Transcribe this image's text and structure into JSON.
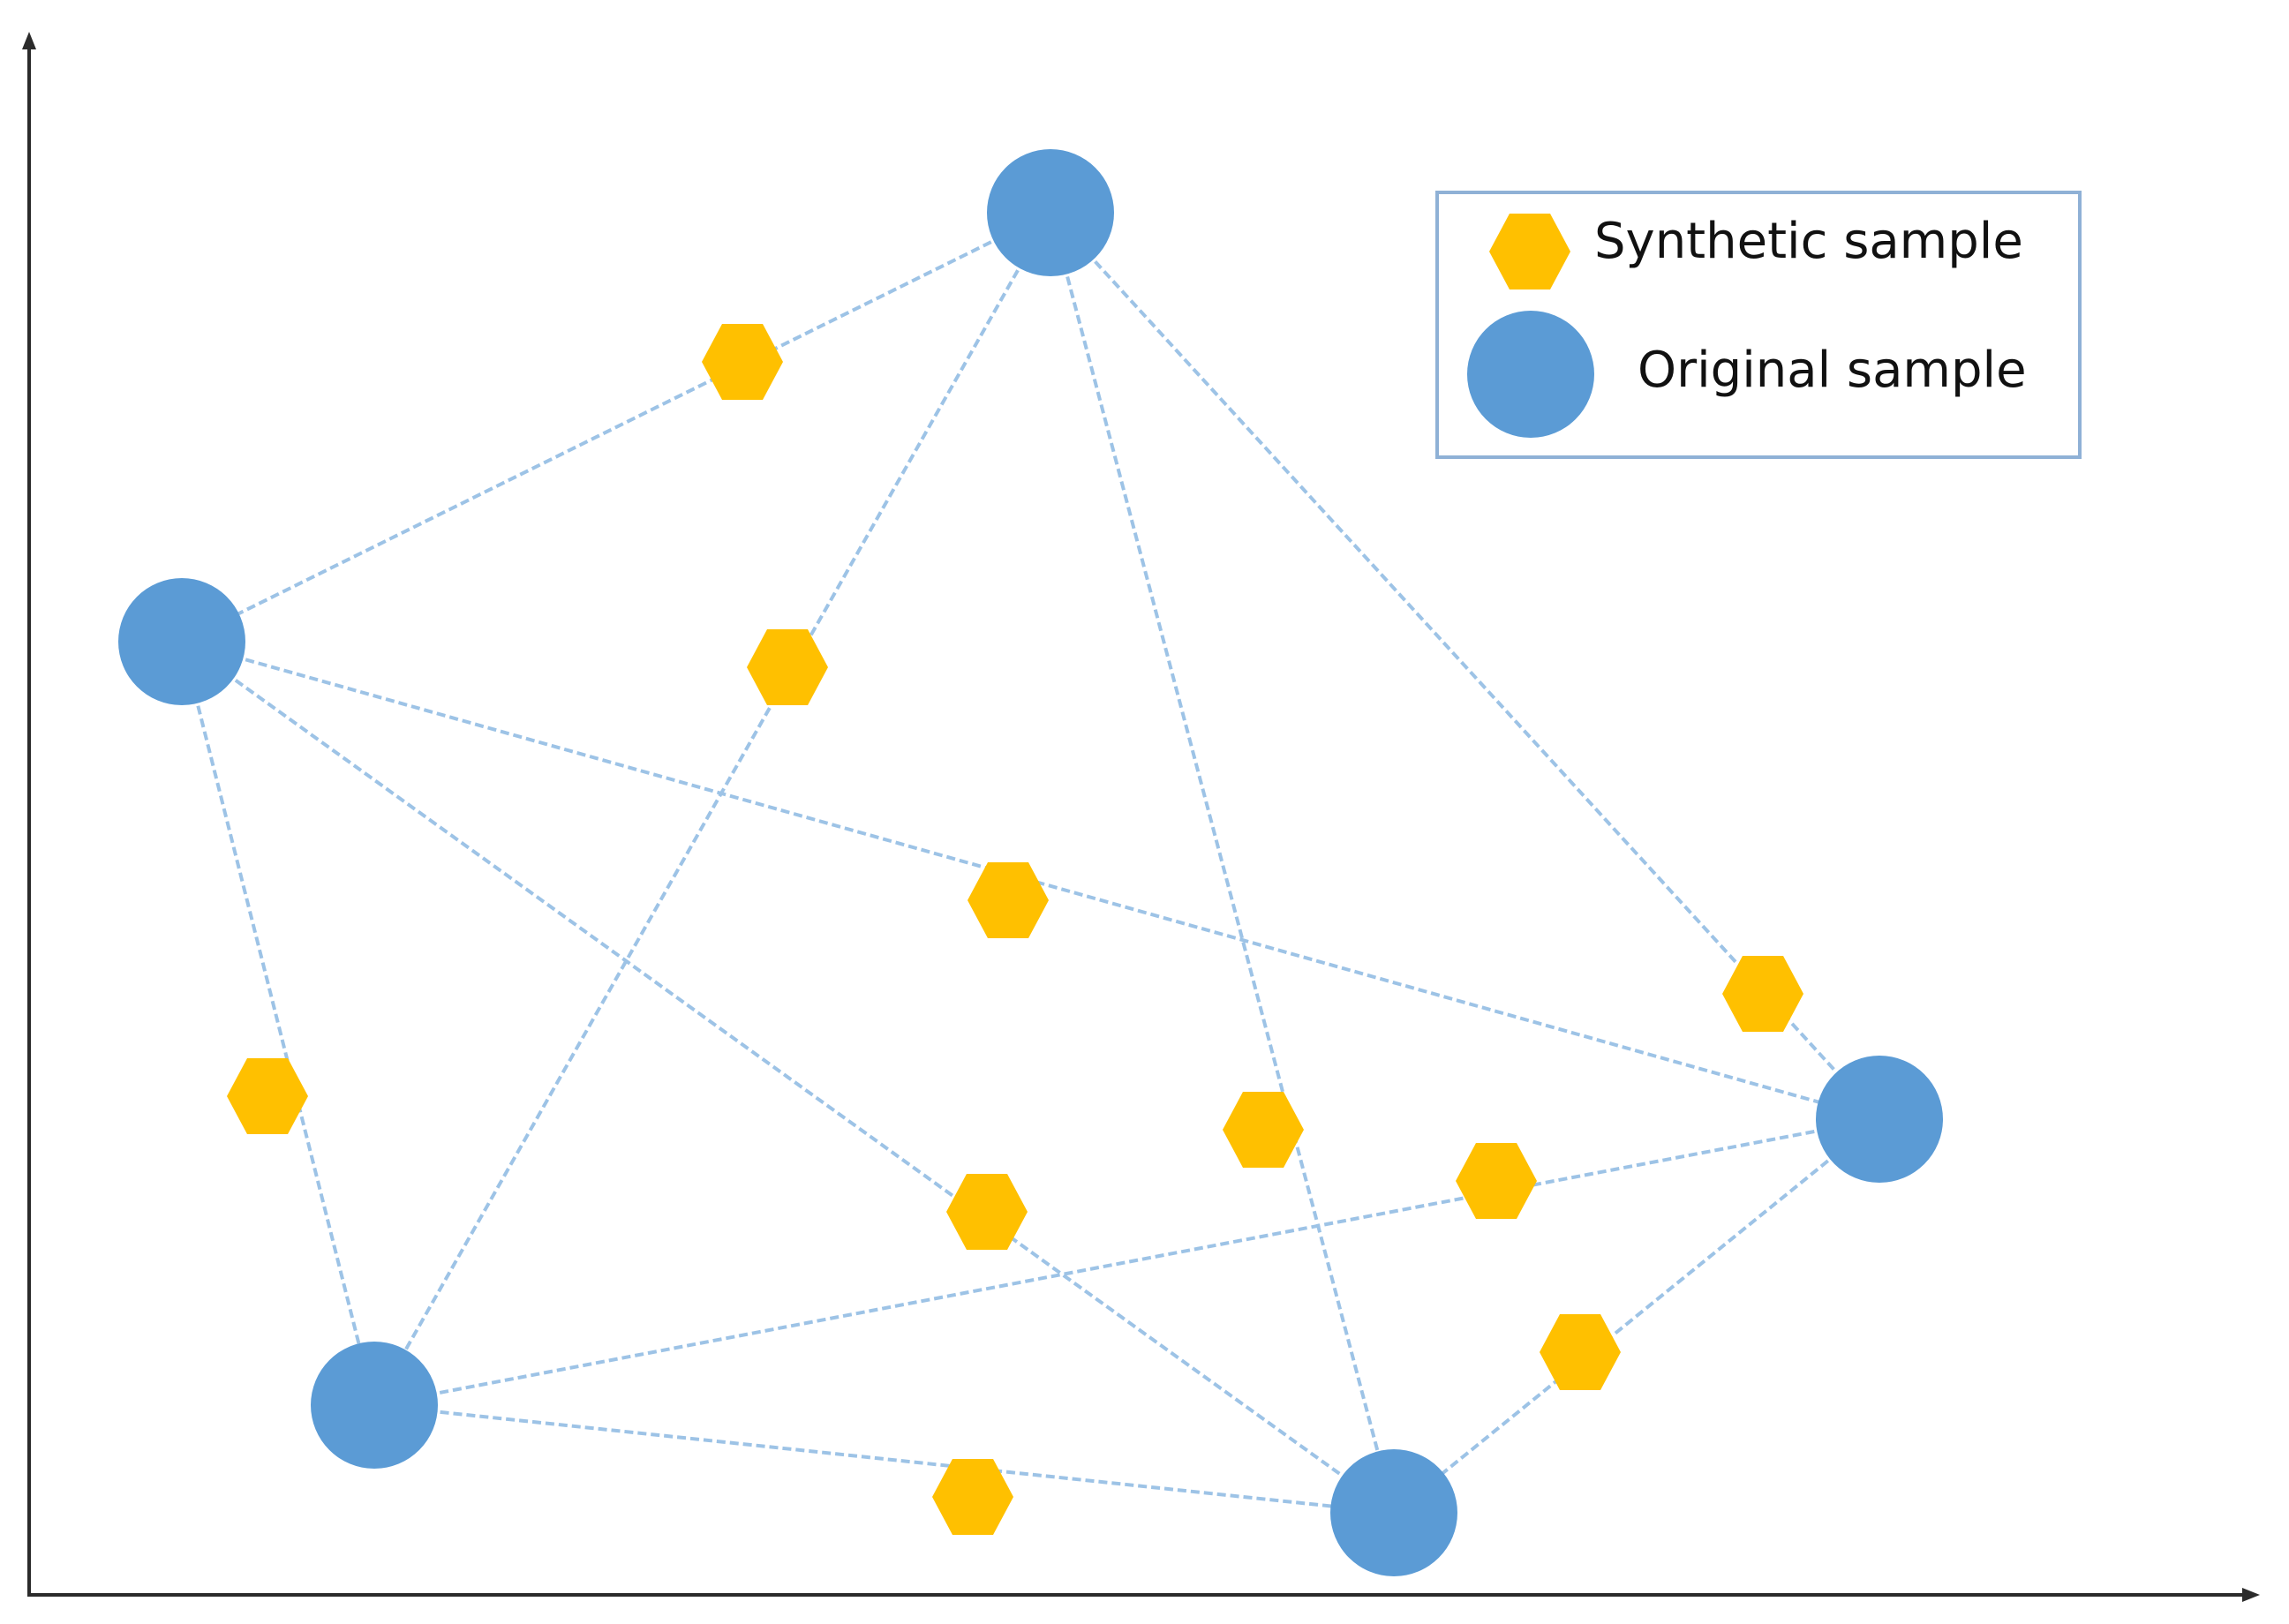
{
  "diagram": {
    "legend": {
      "synthetic_label": "Synthetic sample",
      "original_label": "Original sample"
    },
    "colors": {
      "original_fill": "#5b9bd5",
      "synthetic_fill": "#ffc000",
      "edge_stroke": "#9dc3e6",
      "axis_stroke": "#2b2b2b",
      "legend_border": "#8fb1d6"
    },
    "nodes": {
      "originals": [
        "O1",
        "O2",
        "O3",
        "O4",
        "O5"
      ],
      "synthetics": [
        "S1",
        "S2",
        "S3",
        "S4",
        "S5",
        "S6",
        "S7",
        "S8",
        "S9",
        "S10"
      ]
    },
    "edges": [
      [
        "O1",
        "O2"
      ],
      [
        "O1",
        "O3"
      ],
      [
        "O1",
        "O4"
      ],
      [
        "O1",
        "O5"
      ],
      [
        "O2",
        "O3"
      ],
      [
        "O2",
        "O4"
      ],
      [
        "O2",
        "O5"
      ],
      [
        "O3",
        "O4"
      ],
      [
        "O3",
        "O5"
      ],
      [
        "O4",
        "O5"
      ]
    ]
  }
}
